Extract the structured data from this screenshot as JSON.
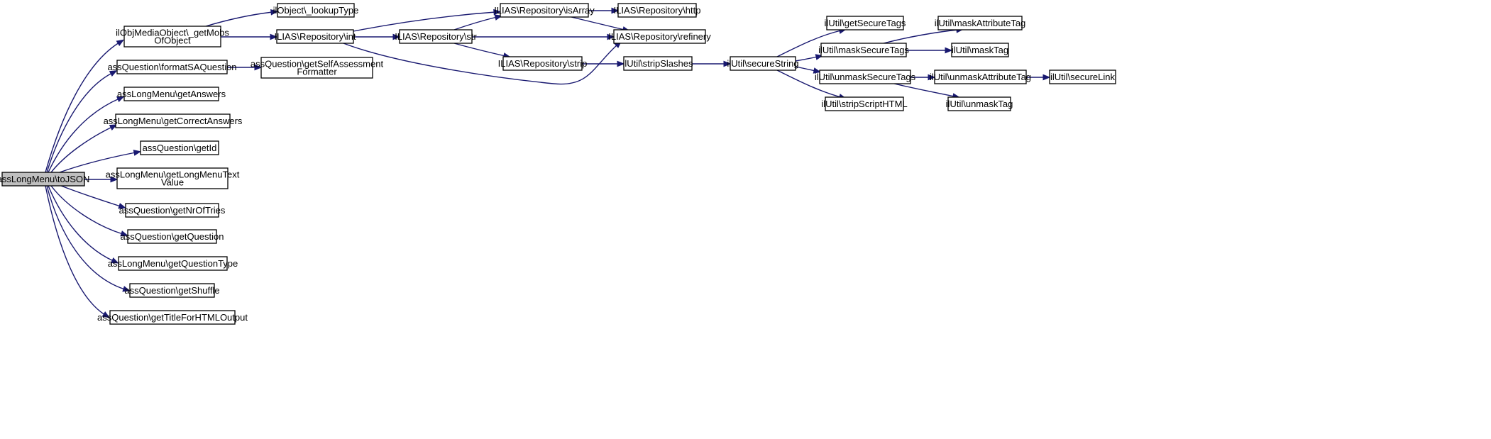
{
  "graph": {
    "colors": {
      "edge": "#191970",
      "root_fill": "#bfbfbf",
      "node_fill": "#ffffff",
      "node_stroke": "#000000"
    },
    "nodes": [
      {
        "id": "toJSON",
        "label": [
          "assLongMenu\\toJSON"
        ],
        "root": true
      },
      {
        "id": "getMobs",
        "label": [
          "ilObjMediaObject\\_getMobs",
          "OfObject"
        ]
      },
      {
        "id": "formatSA",
        "label": [
          "assQuestion\\formatSAQuestion"
        ]
      },
      {
        "id": "getAnswers",
        "label": [
          "assLongMenu\\getAnswers"
        ]
      },
      {
        "id": "getCorrect",
        "label": [
          "assLongMenu\\getCorrectAnswers"
        ]
      },
      {
        "id": "getId",
        "label": [
          "assQuestion\\getId"
        ]
      },
      {
        "id": "getLMTV",
        "label": [
          "assLongMenu\\getLongMenuText",
          "Value"
        ]
      },
      {
        "id": "getNrOfTries",
        "label": [
          "assQuestion\\getNrOfTries"
        ]
      },
      {
        "id": "getQuestion",
        "label": [
          "assQuestion\\getQuestion"
        ]
      },
      {
        "id": "getQType",
        "label": [
          "assLongMenu\\getQuestionType"
        ]
      },
      {
        "id": "getShuffle",
        "label": [
          "assQuestion\\getShuffle"
        ]
      },
      {
        "id": "getTitle",
        "label": [
          "assQuestion\\getTitleForHTMLOutput"
        ]
      },
      {
        "id": "lookupType",
        "label": [
          "ilObject\\_lookupType"
        ]
      },
      {
        "id": "repoInt",
        "label": [
          "ILIAS\\Repository\\int"
        ]
      },
      {
        "id": "getSAF",
        "label": [
          "assQuestion\\getSelfAssessment",
          "Formatter"
        ]
      },
      {
        "id": "repoStr",
        "label": [
          "ILIAS\\Repository\\str"
        ]
      },
      {
        "id": "repoIsArray",
        "label": [
          "ILIAS\\Repository\\isArray"
        ]
      },
      {
        "id": "repoHttp",
        "label": [
          "ILIAS\\Repository\\http"
        ]
      },
      {
        "id": "repoRefinery",
        "label": [
          "ILIAS\\Repository\\refinery"
        ]
      },
      {
        "id": "repoStrip",
        "label": [
          "ILIAS\\Repository\\strip"
        ]
      },
      {
        "id": "stripSlashes",
        "label": [
          "ilUtil\\stripSlashes"
        ]
      },
      {
        "id": "secureString",
        "label": [
          "ilUtil\\secureString"
        ]
      },
      {
        "id": "getSecureTags",
        "label": [
          "ilUtil\\getSecureTags"
        ]
      },
      {
        "id": "maskSecureTags",
        "label": [
          "ilUtil\\maskSecureTags"
        ]
      },
      {
        "id": "unmaskSecureTags",
        "label": [
          "ilUtil\\unmaskSecureTags"
        ]
      },
      {
        "id": "stripScriptHTML",
        "label": [
          "ilUtil\\stripScriptHTML"
        ]
      },
      {
        "id": "maskAttributeTag",
        "label": [
          "ilUtil\\maskAttributeTag"
        ]
      },
      {
        "id": "maskTag",
        "label": [
          "ilUtil\\maskTag"
        ]
      },
      {
        "id": "unmaskAttributeTag",
        "label": [
          "ilUtil\\unmaskAttributeTag"
        ]
      },
      {
        "id": "unmaskTag",
        "label": [
          "ilUtil\\unmaskTag"
        ]
      },
      {
        "id": "secureLink",
        "label": [
          "ilUtil\\secureLink"
        ]
      }
    ],
    "edges": [
      {
        "from": "toJSON",
        "to": "getMobs"
      },
      {
        "from": "toJSON",
        "to": "formatSA"
      },
      {
        "from": "toJSON",
        "to": "getAnswers"
      },
      {
        "from": "toJSON",
        "to": "getCorrect"
      },
      {
        "from": "toJSON",
        "to": "getId"
      },
      {
        "from": "toJSON",
        "to": "getLMTV"
      },
      {
        "from": "toJSON",
        "to": "getNrOfTries"
      },
      {
        "from": "toJSON",
        "to": "getQuestion"
      },
      {
        "from": "toJSON",
        "to": "getQType"
      },
      {
        "from": "toJSON",
        "to": "getShuffle"
      },
      {
        "from": "toJSON",
        "to": "getTitle"
      },
      {
        "from": "getMobs",
        "to": "lookupType"
      },
      {
        "from": "getMobs",
        "to": "repoInt"
      },
      {
        "from": "formatSA",
        "to": "getSAF"
      },
      {
        "from": "repoInt",
        "to": "repoIsArray"
      },
      {
        "from": "repoInt",
        "to": "repoStr"
      },
      {
        "from": "repoInt",
        "to": "repoRefinery"
      },
      {
        "from": "repoStr",
        "to": "repoIsArray"
      },
      {
        "from": "repoStr",
        "to": "repoRefinery"
      },
      {
        "from": "repoStr",
        "to": "repoStrip"
      },
      {
        "from": "repoIsArray",
        "to": "repoHttp"
      },
      {
        "from": "repoIsArray",
        "to": "repoRefinery"
      },
      {
        "from": "repoStrip",
        "to": "stripSlashes"
      },
      {
        "from": "stripSlashes",
        "to": "secureString"
      },
      {
        "from": "secureString",
        "to": "getSecureTags"
      },
      {
        "from": "secureString",
        "to": "maskSecureTags"
      },
      {
        "from": "secureString",
        "to": "unmaskSecureTags"
      },
      {
        "from": "secureString",
        "to": "stripScriptHTML"
      },
      {
        "from": "maskSecureTags",
        "to": "maskAttributeTag"
      },
      {
        "from": "maskSecureTags",
        "to": "maskTag"
      },
      {
        "from": "unmaskSecureTags",
        "to": "unmaskAttributeTag"
      },
      {
        "from": "unmaskSecureTags",
        "to": "unmaskTag"
      },
      {
        "from": "unmaskAttributeTag",
        "to": "secureLink"
      }
    ]
  }
}
